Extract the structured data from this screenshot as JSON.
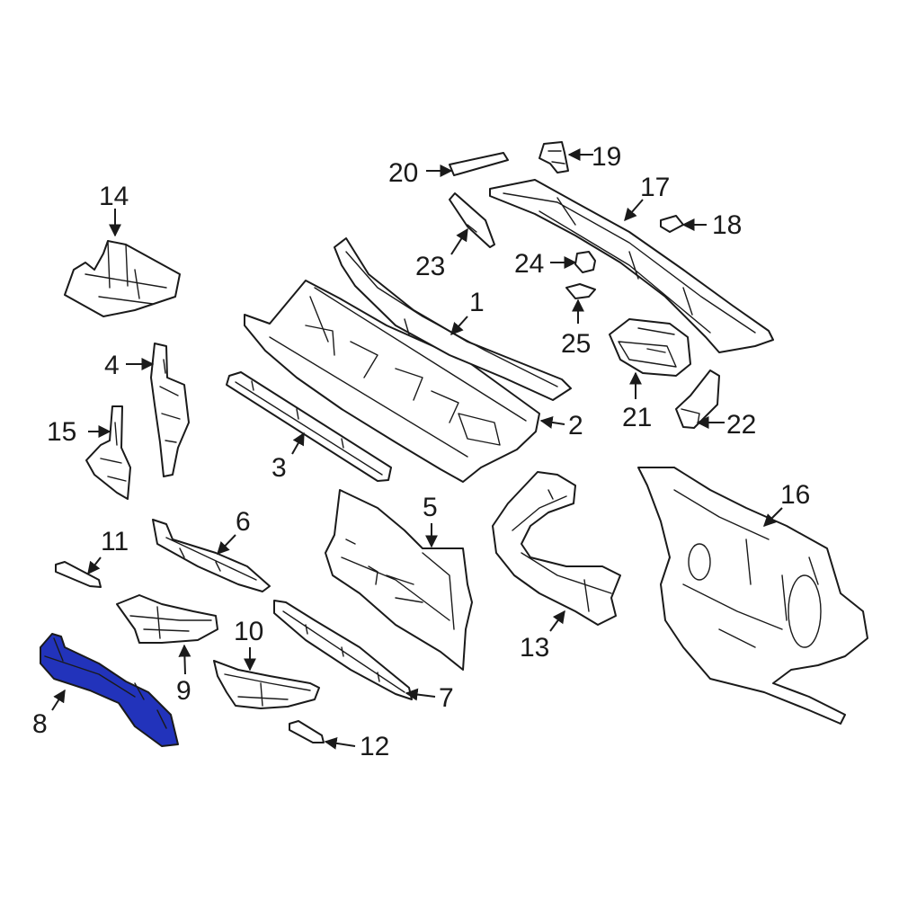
{
  "colors": {
    "line": "#1a1a1a",
    "background": "#ffffff",
    "highlight": "#2233bb"
  },
  "highlighted_part": "8",
  "callouts": {
    "c1": "1",
    "c2": "2",
    "c3": "3",
    "c4": "4",
    "c5": "5",
    "c6": "6",
    "c7": "7",
    "c8": "8",
    "c9": "9",
    "c10": "10",
    "c11": "11",
    "c12": "12",
    "c13": "13",
    "c14": "14",
    "c15": "15",
    "c16": "16",
    "c17": "17",
    "c18": "18",
    "c19": "19",
    "c20": "20",
    "c21": "21",
    "c22": "22",
    "c23": "23",
    "c24": "24",
    "c25": "25"
  }
}
